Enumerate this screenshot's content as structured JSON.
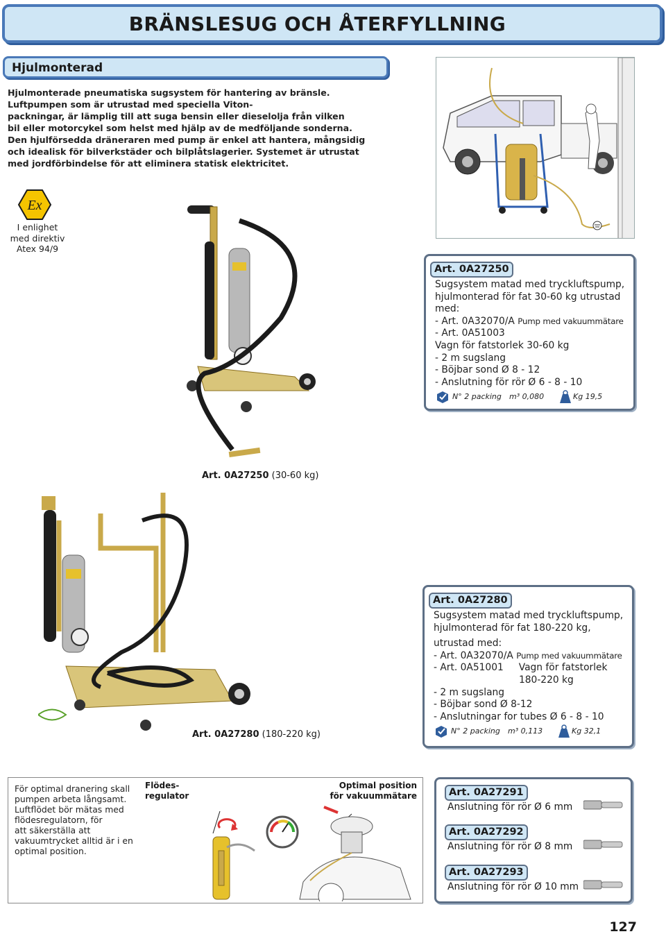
{
  "header": {
    "title": "BRÄNSLESUG OCH ÅTERFYLLNING",
    "subtitle": "Hjulmonterad"
  },
  "intro": {
    "lines": [
      "Hjulmonterade pneumatiska sugsystem för hantering av bränsle.",
      "Luftpumpen som är utrustad med speciella Viton-",
      "packningar, är lämplig till att suga bensin eller dieselolja från vilken",
      "bil eller motorcykel som helst med hjälp av de medföljande sonderna.",
      "Den hjulförsedda dräneraren med pump är enkel att hantera, mångsidig",
      "och idealisk för bilverkstäder och bilplåtslagerier. Systemet är utrustat",
      "med jordförbindelse för att eliminera statisk elektricitet."
    ]
  },
  "atex": {
    "logo_text": "Ex",
    "lines": [
      "I enlighet",
      "med direktiv",
      "Atex 94/9"
    ]
  },
  "product1": {
    "art": "Art. 0A27250",
    "lines": [
      "Sugsystem matad med tryckluftspump,",
      "hjulmonterad för fat  30-60 kg utrustad",
      "med:"
    ],
    "line_pump_prefix": "- Art. 0A32070/A",
    "line_pump_suffix": "Pump med vakuummätare",
    "lines2": [
      "- Art. 0A51003",
      "Vagn för fatstorlek 30-60 kg",
      "- 2 m sugslang",
      "- Böjbar sond Ø 8 - 12",
      "- Anslutning för rör Ø 6 - 8 - 10"
    ],
    "packing": "N° 2 packing",
    "volume": "m³ 0,080",
    "weight": "Kg 19,5",
    "caption_art": "Art. 0A27250",
    "caption_range": "(30-60 kg)"
  },
  "product2": {
    "art": "Art. 0A27280",
    "lines": [
      "Sugsystem matad med tryckluftspump,",
      "hjulmonterad för fat 180-220 kg,"
    ],
    "line_equipped": "utrustad med:",
    "line_pump_prefix": "- Art. 0A32070/A",
    "line_pump_suffix": "Pump med vakuummätare",
    "line_cart_prefix": "- Art. 0A51001",
    "line_cart_suffix": "Vagn för fatstorlek",
    "line_cart_range": "180-220 kg",
    "lines2": [
      "- 2 m sugslang",
      "- Böjbar sond Ø 8-12",
      "- Anslutningar for tubes Ø 6 - 8 - 10"
    ],
    "packing": "N° 2 packing",
    "volume": "m³ 0,113",
    "weight": "Kg 32,1",
    "caption_art": "Art. 0A27280",
    "caption_range": "(180-220 kg)"
  },
  "bottom_note": {
    "lines": [
      "För optimal dranering skall",
      "pumpen arbeta långsamt.",
      "Luftflödet bör mätas med",
      "flödesregulatorn, för",
      "att säkerställa att",
      "vakuumtrycket alltid är i en",
      "optimal position."
    ],
    "flow_label": [
      "Flödes-",
      "regulator"
    ],
    "optimal_label": [
      "Optimal position",
      "för vakuummätare"
    ]
  },
  "connectors": [
    {
      "art": "Art. 0A27291",
      "desc": "Anslutning för rör Ø 6 mm"
    },
    {
      "art": "Art. 0A27292",
      "desc": "Anslutning för rör Ø 8 mm"
    },
    {
      "art": "Art. 0A27293",
      "desc": "Anslutning för rör Ø 10 mm"
    }
  ],
  "page_number": "127",
  "colors": {
    "frame_blue": "#4a79b8",
    "light_blue": "#cfe6f5",
    "box_border": "#5d6f86",
    "brass": "#c9a94a"
  }
}
